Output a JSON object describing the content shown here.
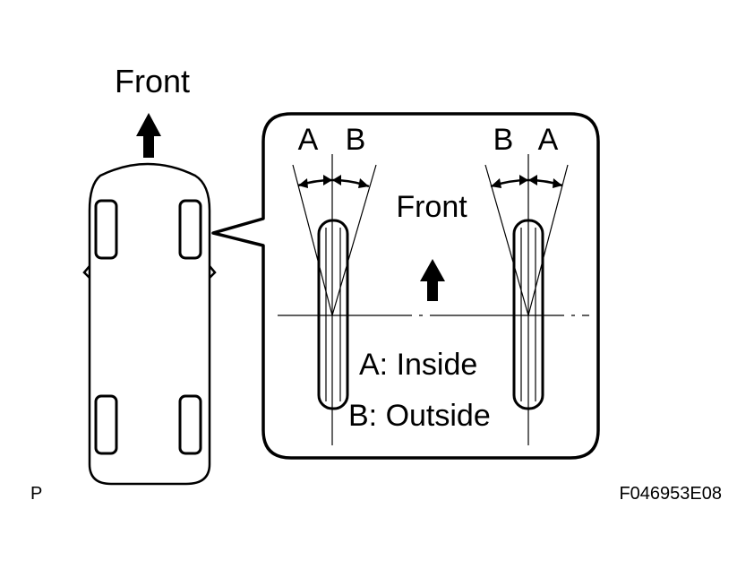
{
  "car_view": {
    "front_label": "Front"
  },
  "detail_view": {
    "front_label": "Front",
    "left_wheel": {
      "left_label": "A",
      "right_label": "B"
    },
    "right_wheel": {
      "left_label": "B",
      "right_label": "A"
    },
    "legend": {
      "inside": "A: Inside",
      "outside": "B: Outside"
    }
  },
  "footer": {
    "corner_code": "P",
    "figure_id": "F046953E08"
  }
}
